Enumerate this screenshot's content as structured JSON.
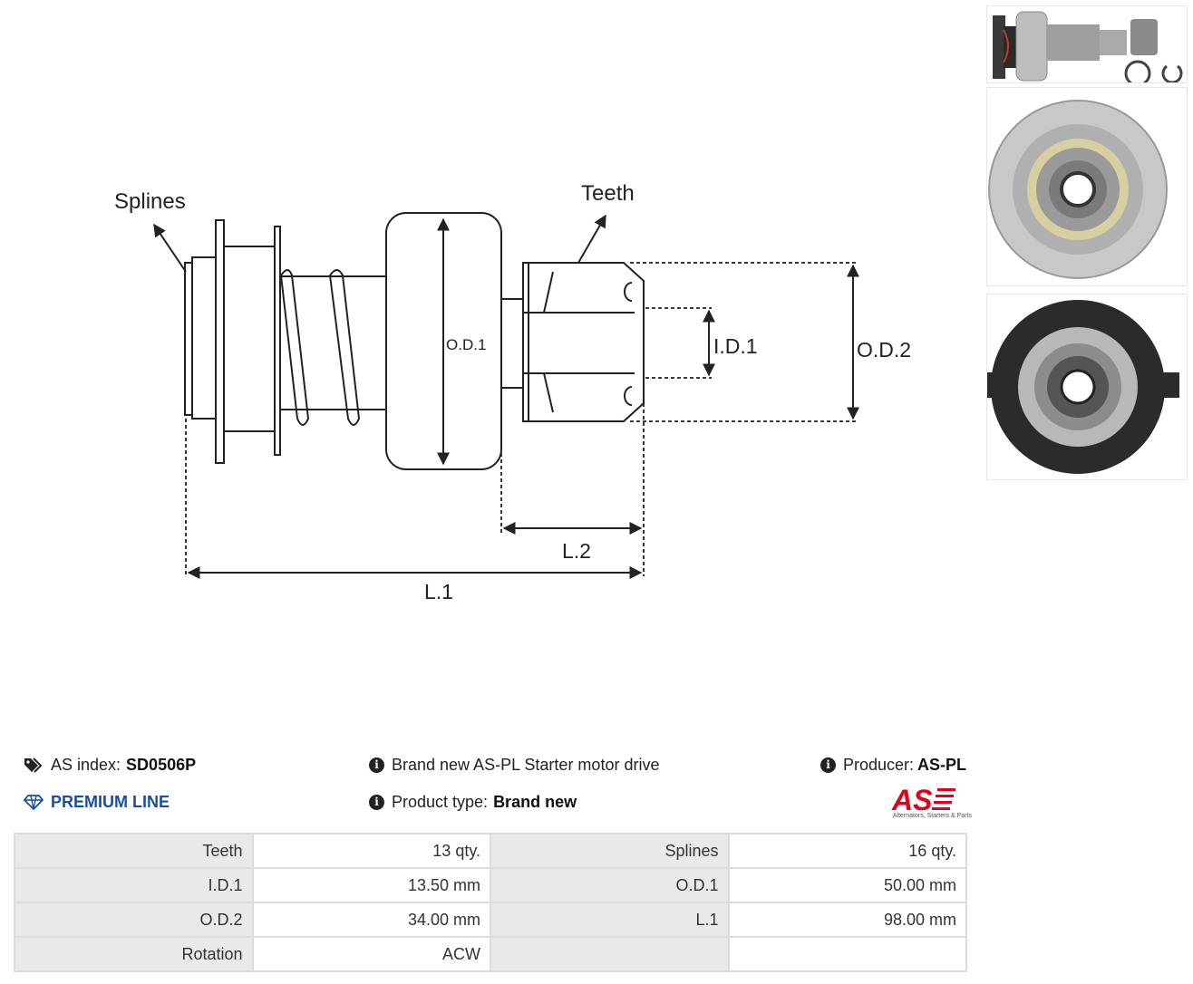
{
  "diagram": {
    "labels": {
      "splines": "Splines",
      "teeth": "Teeth",
      "od1": "O.D.1",
      "id1": "I.D.1",
      "od2": "O.D.2",
      "l1": "L.1",
      "l2": "L.2"
    },
    "line_color": "#222222"
  },
  "info": {
    "index_label": "AS index:",
    "index_value": "SD0506P",
    "premium": "PREMIUM LINE",
    "description": "Brand new AS-PL Starter motor drive",
    "product_type_label": "Product type:",
    "product_type_value": "Brand new",
    "producer_label": "Producer:",
    "producer_value": "AS-PL"
  },
  "logo": {
    "text": "AS",
    "tagline": "Alternators, Starters & Parts",
    "color": "#e3001b"
  },
  "specs": {
    "rows": [
      {
        "k1": "Teeth",
        "v1": "13 qty.",
        "k2": "Splines",
        "v2": "16 qty."
      },
      {
        "k1": "I.D.1",
        "v1": "13.50 mm",
        "k2": "O.D.1",
        "v2": "50.00 mm"
      },
      {
        "k1": "O.D.2",
        "v1": "34.00 mm",
        "k2": "L.1",
        "v2": "98.00 mm"
      },
      {
        "k1": "Rotation",
        "v1": "ACW",
        "k2": "",
        "v2": ""
      }
    ]
  },
  "colors": {
    "premium": "#1a4fa0",
    "table_key_bg": "#e9e9e9",
    "table_border": "#dcdcdc"
  }
}
